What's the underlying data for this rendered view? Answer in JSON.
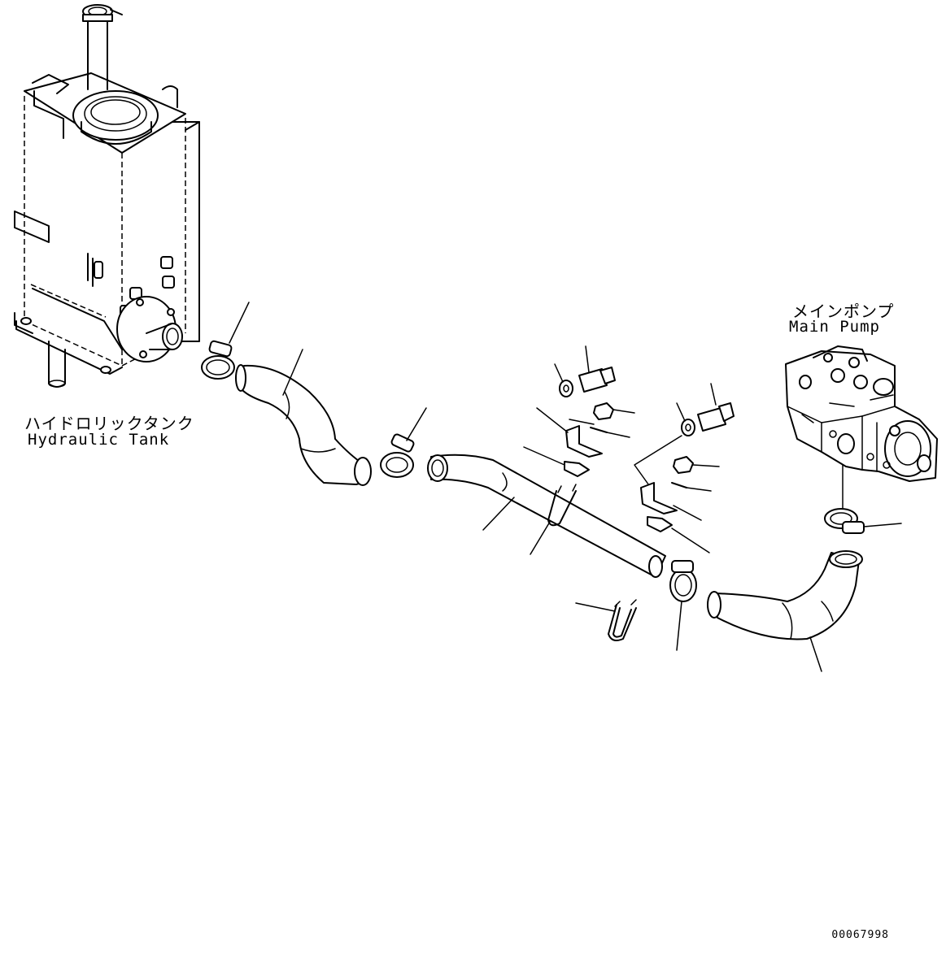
{
  "labels": {
    "hydraulic_tank_jp": "ハイドロリックタンク",
    "hydraulic_tank_en": "Hydraulic Tank",
    "main_pump_jp": "メインポンプ",
    "main_pump_en": "Main Pump"
  },
  "document_number": "00067998"
}
